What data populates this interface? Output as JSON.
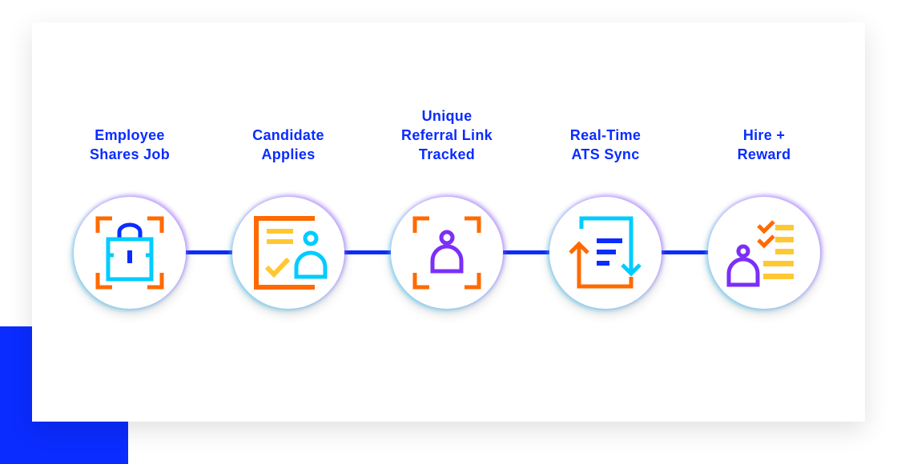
{
  "colors": {
    "blue": "#0a2cff",
    "orange": "#ff6a00",
    "cyan": "#00ccff",
    "yellow": "#ffc833",
    "purple": "#7b2ff7"
  },
  "steps": [
    {
      "lines": [
        "Employee",
        "Shares Job"
      ],
      "icon": "lock-scan-icon"
    },
    {
      "lines": [
        "Candidate",
        "Applies"
      ],
      "icon": "application-form-icon"
    },
    {
      "lines": [
        "Unique",
        "Referral Link",
        "Tracked"
      ],
      "icon": "user-scan-icon"
    },
    {
      "lines": [
        "Real-Time",
        "ATS Sync"
      ],
      "icon": "sync-list-icon"
    },
    {
      "lines": [
        "Hire +",
        "Reward"
      ],
      "icon": "user-checklist-icon"
    }
  ]
}
